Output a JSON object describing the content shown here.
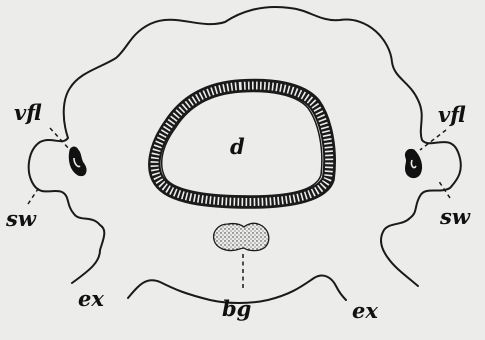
{
  "labels": {
    "vfl_left": "vfl",
    "vfl_right": "vfl",
    "sw_left": "sw",
    "sw_right": "sw",
    "d": "d",
    "ex_left": "ex",
    "ex_right": "ex",
    "bg": "bg"
  }
}
